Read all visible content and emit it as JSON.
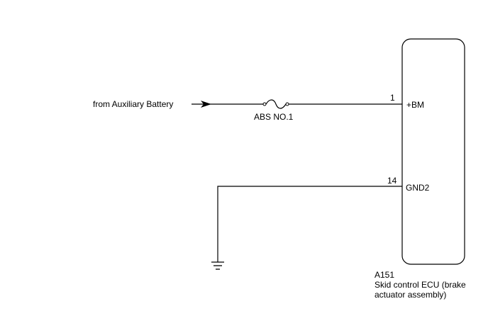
{
  "source_label": "from Auxiliary Battery",
  "fuse_label": "ABS NO.1",
  "ecu": {
    "connector": "A151",
    "name_line1": "Skid control ECU (brake",
    "name_line2": "actuator assembly)"
  },
  "terminals": [
    {
      "pin": "1",
      "name": "+BM"
    },
    {
      "pin": "14",
      "name": "GND2"
    }
  ],
  "icons": [
    "arrow-icon",
    "fuse-icon",
    "ground-icon"
  ]
}
